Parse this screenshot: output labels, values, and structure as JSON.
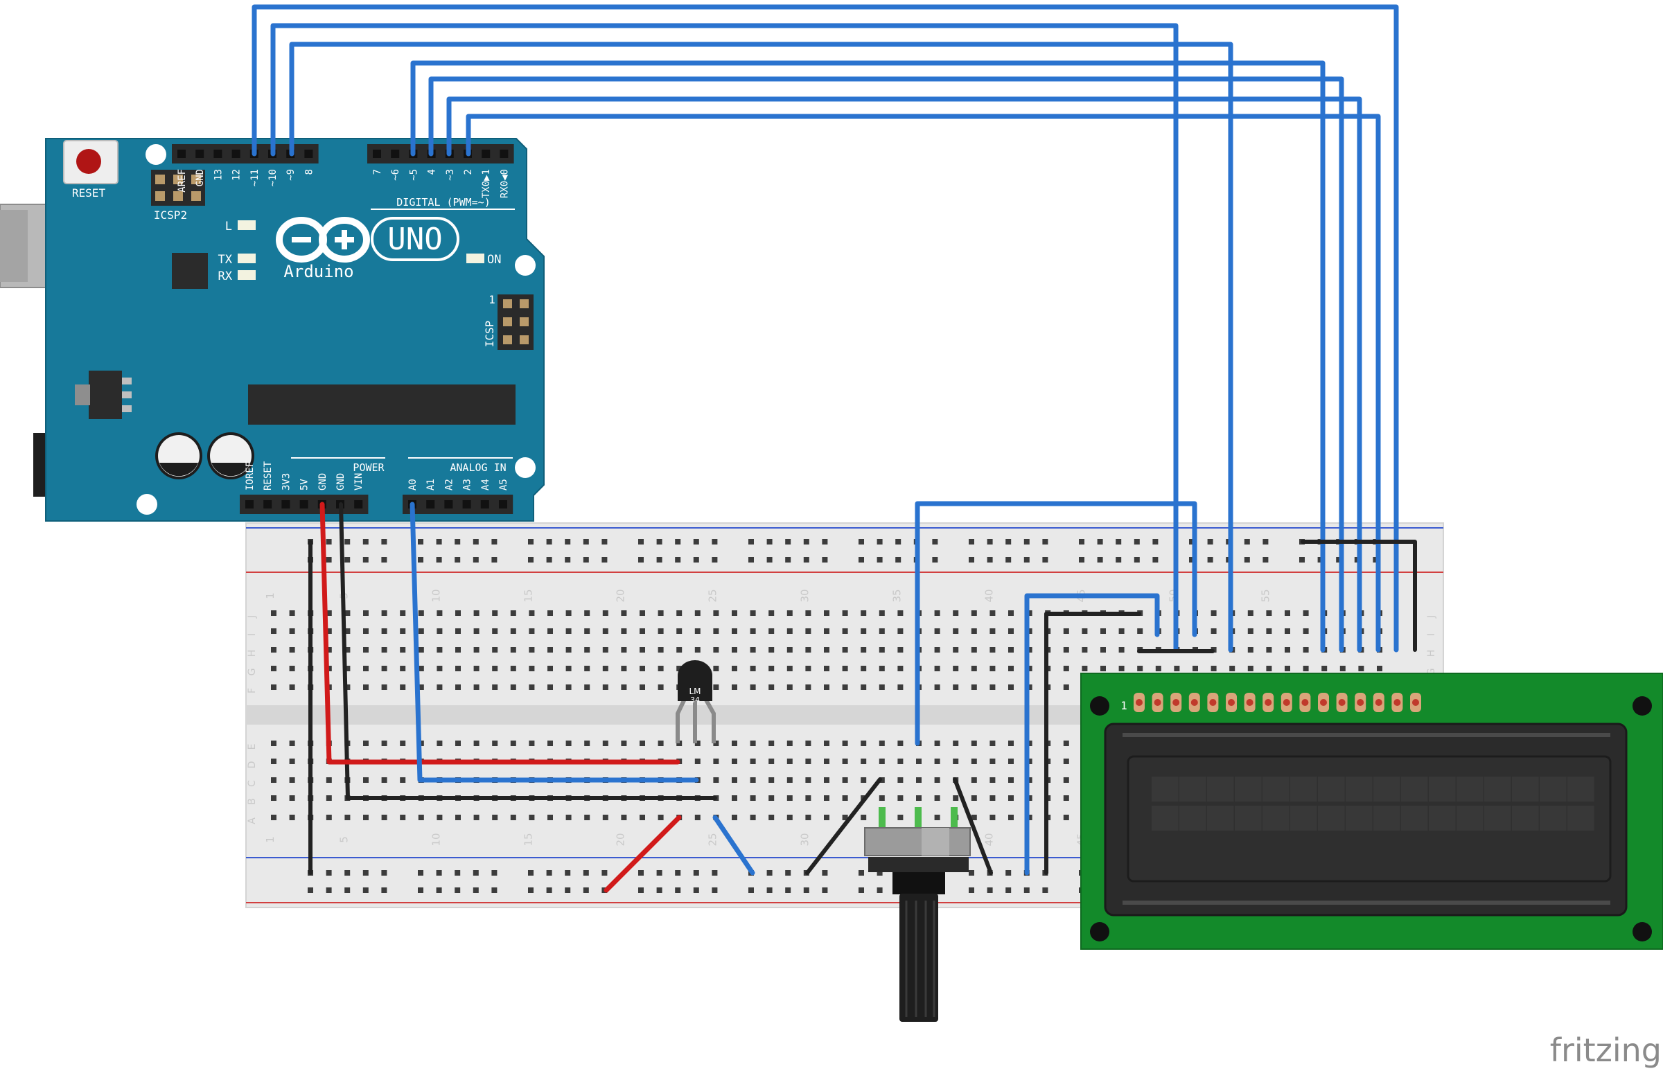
{
  "arduino": {
    "model": "UNO",
    "brand": "Arduino",
    "reset_label": "RESET",
    "icsp2_label": "ICSP2",
    "icsp_label": "ICSP",
    "icsp_pin1": "1",
    "led_l": "L",
    "led_tx": "TX",
    "led_rx": "RX",
    "led_on": "ON",
    "digital_label": "DIGITAL (PWM=~)",
    "power_label": "POWER",
    "analog_label": "ANALOG IN",
    "digital_pins": [
      "AREF",
      "GND",
      "13",
      "12",
      "~11",
      "~10",
      "~9",
      "8",
      "7",
      "~6",
      "~5",
      "4",
      "~3",
      "2",
      "TX0▶1",
      "RX0◀0"
    ],
    "power_pins": [
      "IOREF",
      "RESET",
      "3V3",
      "5V",
      "GND",
      "GND",
      "VIN"
    ],
    "analog_pins": [
      "A0",
      "A1",
      "A2",
      "A3",
      "A4",
      "A5"
    ]
  },
  "breadboard": {
    "column_numbers": [
      "1",
      "5",
      "10",
      "15",
      "20",
      "25",
      "30",
      "35",
      "40",
      "45",
      "50",
      "55"
    ],
    "row_letters_top": [
      "J",
      "I",
      "H",
      "G",
      "F"
    ],
    "row_letters_bottom": [
      "E",
      "D",
      "C",
      "B",
      "A"
    ]
  },
  "sensor": {
    "label_line1": "LM",
    "label_line2": "34"
  },
  "lcd": {
    "pin1_label": "1"
  },
  "watermark": "fritzing",
  "colors": {
    "board": "#17799a",
    "wire_signal": "#2a73cf",
    "wire_power": "#d11a1a",
    "wire_ground": "#222222",
    "lcd_pcb": "#138a2a",
    "breadboard": "#e9e9e9"
  }
}
